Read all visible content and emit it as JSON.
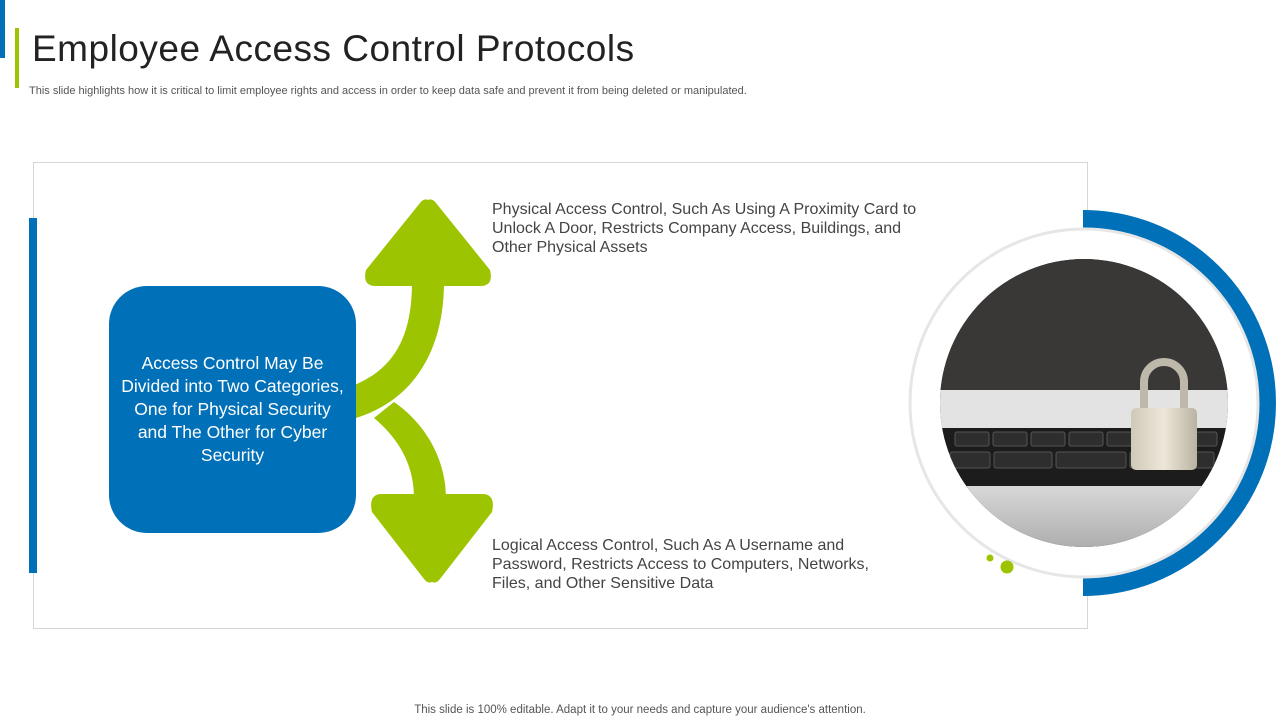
{
  "header": {
    "title": "Employee Access Control Protocols",
    "subtitle": "This slide highlights how it is critical to limit employee rights and access in order to keep data safe and prevent it from being deleted or manipulated."
  },
  "diagram": {
    "center_text": "Access Control May Be Divided into Two Categories, One for Physical Security and The Other for Cyber Security",
    "physical": "Physical Access Control, Such As Using A Proximity Card to Unlock A Door, Restricts Company Access, Buildings, and Other Physical Assets",
    "logical": "Logical Access Control, Such As A Username and Password, Restricts Access to Computers, Networks, Files, and Other Sensitive Data",
    "image_subject": "padlock-on-laptop-keyboard",
    "colors": {
      "blue": "#0070b8",
      "green": "#9dc400"
    }
  },
  "footer": {
    "note": "This slide is 100% editable. Adapt it to your needs and capture your audience's attention."
  }
}
